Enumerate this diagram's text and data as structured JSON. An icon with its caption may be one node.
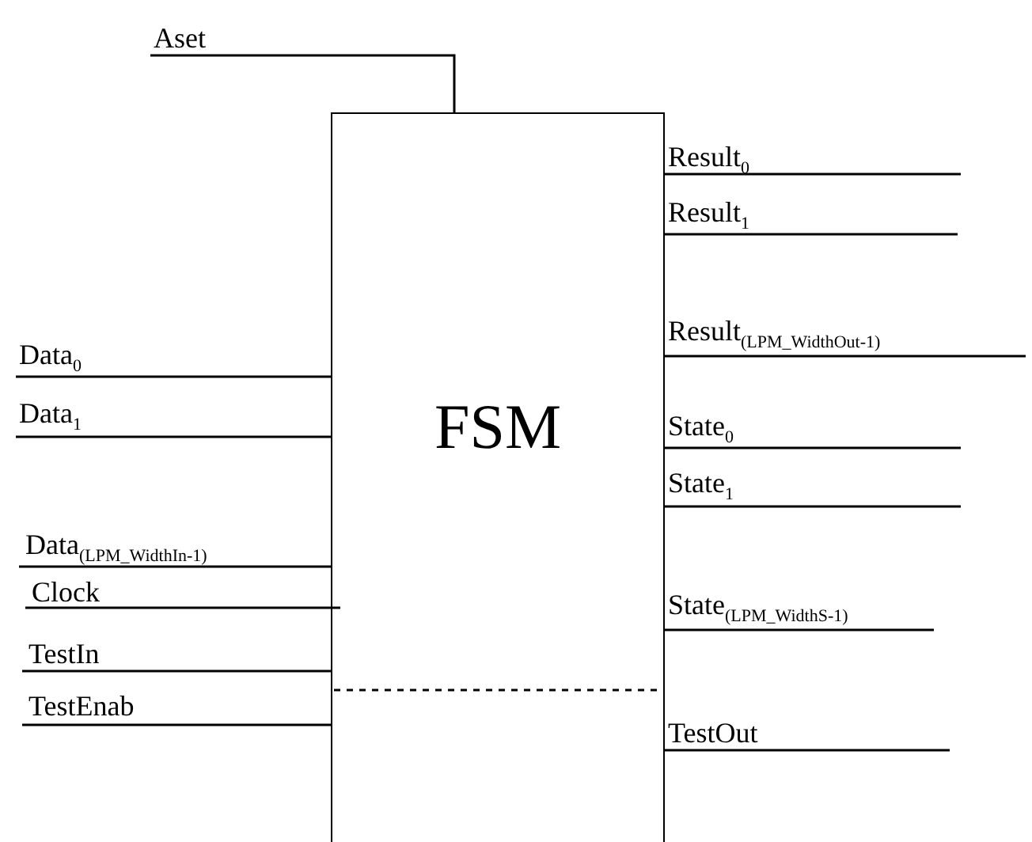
{
  "diagram": {
    "nodes": [
      {
        "text": [
          "FSM"
        ]
      }
    ],
    "labels": [
      "Aset",
      "Data$_{0}$",
      "Data$_{1}$",
      "Data$_{(LPM_WidthIn-1)}$",
      "Clock",
      "TestIn",
      "TestEnab",
      "Result$_{0}$",
      "Result$_{1}$",
      "Result$_{(LPM_WidthOut-1)}$",
      "State$_{0}$",
      "State$_{1}$",
      "State$_{(LPM_WidthS-1)}$",
      "TestOut"
    ]
  }
}
